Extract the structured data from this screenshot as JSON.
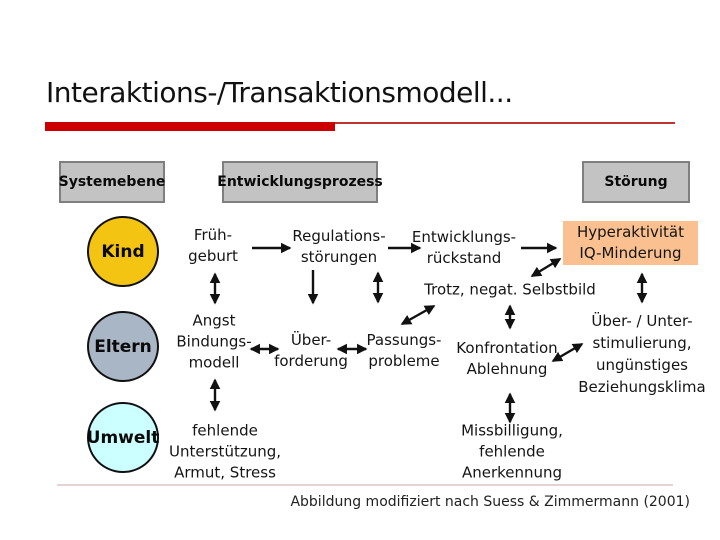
{
  "slide": {
    "title": "Interaktions-/Transaktionsmodell...",
    "caption": "Abbildung modifiziert nach Suess & Zimmermann (2001)"
  },
  "headers": {
    "systemebene": "Systemebene",
    "entwicklungsprozess": "Entwicklungsprozess",
    "stoerung": "Störung"
  },
  "levels": {
    "kind": "Kind",
    "eltern": "Eltern",
    "umwelt": "Umwelt"
  },
  "nodes": {
    "fruehgeburt": "Früh-\ngeburt",
    "regulationsstoerungen": "Regulations-\nstörungen",
    "entwicklungsrueckstand": "Entwicklungs-\nrückstand",
    "hyperaktivitaet": "Hyperaktivität\nIQ-Minderung",
    "trotz": "Trotz, negat. Selbstbild",
    "angst": "Angst\nBindungs-\nmodell",
    "ueberforderung": "Über-\nforderung",
    "passungsprobleme": "Passungs-\nprobleme",
    "konfrontation": "Konfrontation\nAblehnung",
    "ueberunterstimulierung": "Über- / Unter-\nstimulierung,\nungünstiges\nBeziehungsklima",
    "fehlendeunterstuetzung": "fehlende\nUnterstützung,\nArmut, Stress",
    "missbilligung": "Missbilligung,\nfehlende\nAnerkennung"
  },
  "colors": {
    "accent_red": "#cc0000",
    "header_fill": "#c3c3c3",
    "header_border": "#7f7f7f",
    "highlight_orange": "#fac090",
    "kind_gold": "#f3c512",
    "eltern_bluegray": "#a8b6c6",
    "umwelt_cyan": "#ccffff",
    "divider_pink": "#e6d2d2"
  }
}
